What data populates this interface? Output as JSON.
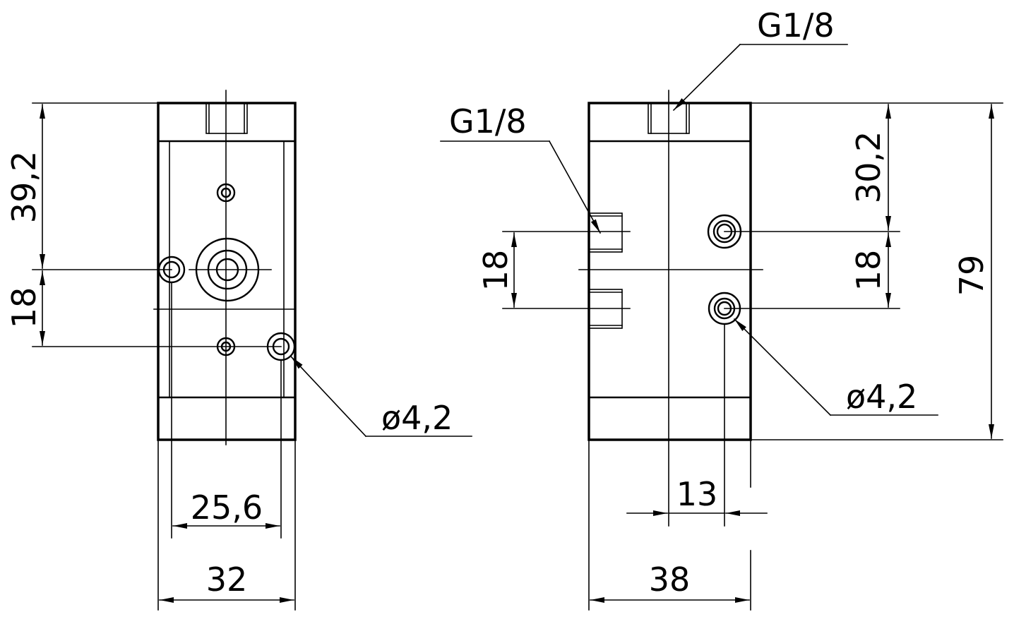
{
  "drawing": {
    "left_view": {
      "dim_height_top": "39,2",
      "dim_spacing": "18",
      "dim_hole_spacing": "25,6",
      "dim_width": "32",
      "hole_callout": "ø4,2"
    },
    "right_view": {
      "port_top_callout": "G1/8",
      "port_side_callout": "G1/8",
      "dim_side_spacing": "18",
      "dim_top_to_hole": "30,2",
      "dim_hole_spacing": "18",
      "dim_total_height": "79",
      "dim_offset": "13",
      "dim_width": "38",
      "hole_callout": "ø4,2"
    }
  }
}
